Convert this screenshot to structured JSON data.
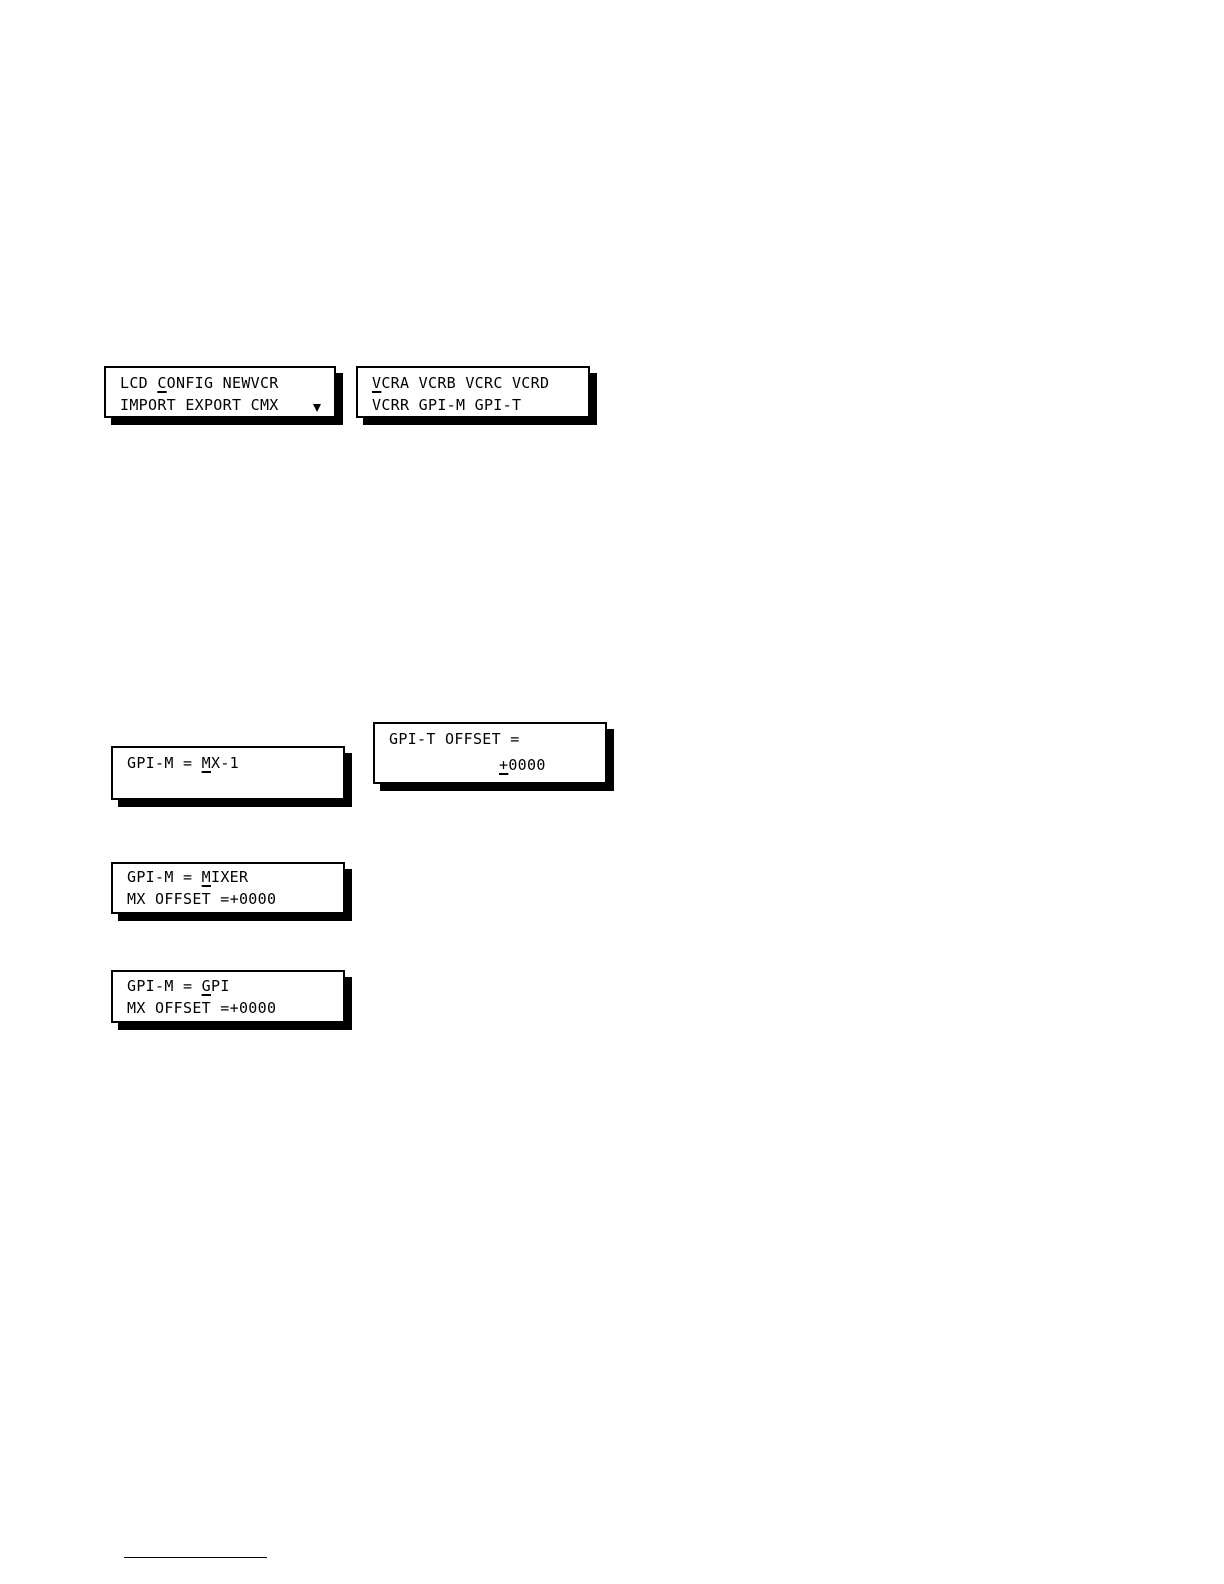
{
  "displays": {
    "main_menu": {
      "line1_before": "LCD ",
      "line1_cursor": "C",
      "line1_after": "ONFIG NEWVCR",
      "line2": "IMPORT EXPORT CMX"
    },
    "config_menu": {
      "line1_cursor": "V",
      "line1_after": "CRA VCRB VCRC VCRD",
      "line2": "VCRR GPI-M GPI-T"
    },
    "gpi_m_mx1": {
      "line1_before": "GPI-M = ",
      "line1_cursor": "M",
      "line1_after": "X-1"
    },
    "gpi_t_offset": {
      "line1": "GPI-T OFFSET =",
      "line2_cursor": "+",
      "line2_after": "0000"
    },
    "gpi_m_mixer": {
      "line1_before": "GPI-M = ",
      "line1_cursor": "M",
      "line1_after": "IXER",
      "line2": "MX OFFSET =+0000"
    },
    "gpi_m_gpi": {
      "line1_before": "GPI-M = ",
      "line1_cursor": "G",
      "line1_after": "PI",
      "line2": "MX OFFSET =+0000"
    }
  },
  "icons": {
    "scroll_indicator": "arrow-down-icon"
  }
}
